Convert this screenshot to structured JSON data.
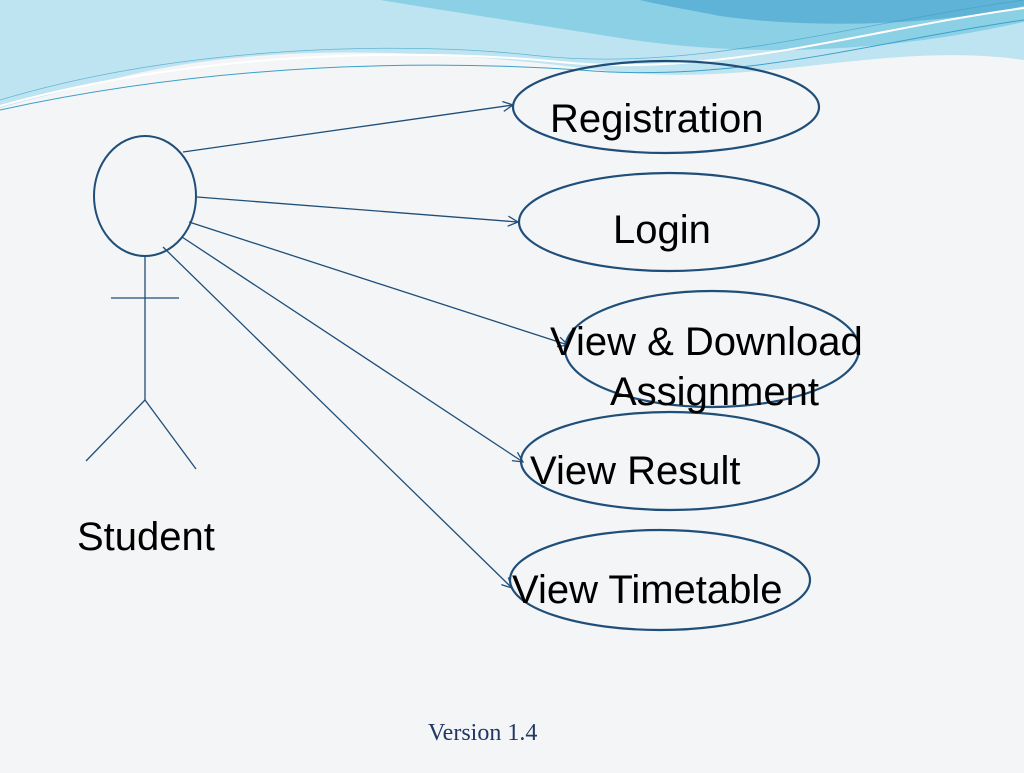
{
  "actor": {
    "label": "Student"
  },
  "use_cases": [
    {
      "id": "registration",
      "lines": [
        "Registration"
      ]
    },
    {
      "id": "login",
      "lines": [
        "Login"
      ]
    },
    {
      "id": "view-download-assignment",
      "lines": [
        "View & Download",
        "Assignment"
      ]
    },
    {
      "id": "view-result",
      "lines": [
        "View Result"
      ]
    },
    {
      "id": "view-timetable",
      "lines": [
        "View Timetable"
      ]
    }
  ],
  "footer": {
    "version": "Version 1.4"
  },
  "colors": {
    "shape_stroke": "#1f4e79",
    "footer_text": "#1f3864",
    "wave_light": "#bfe4f1",
    "wave_dark": "#5fb3d6",
    "background": "#f4f5f6"
  }
}
